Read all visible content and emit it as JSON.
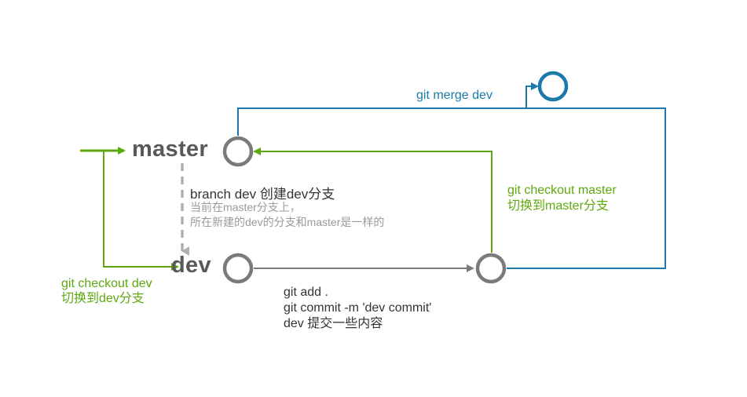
{
  "branches": {
    "master": "master",
    "dev": "dev"
  },
  "labels": {
    "branch_cmd": "branch dev 创建dev分支",
    "branch_note_line1": "当前在master分支上，",
    "branch_note_line2": "所在新建的dev的分支和master是一样的",
    "checkout_dev_cmd": "git checkout dev",
    "checkout_dev_desc": "切换到dev分支",
    "commit_line1": "git add .",
    "commit_line2": "git commit -m 'dev commit'",
    "commit_line3": "dev 提交一些内容",
    "checkout_master_cmd": "git checkout master",
    "checkout_master_desc": "切换到master分支",
    "merge_cmd": "git merge dev"
  },
  "colors": {
    "green": "#5ea80f",
    "blue": "#1b7aab",
    "grey_node": "#7a7a7a",
    "grey_dashed": "#b0b0b0",
    "grey_text": "#9a9a9a",
    "dark_text": "#333333"
  }
}
